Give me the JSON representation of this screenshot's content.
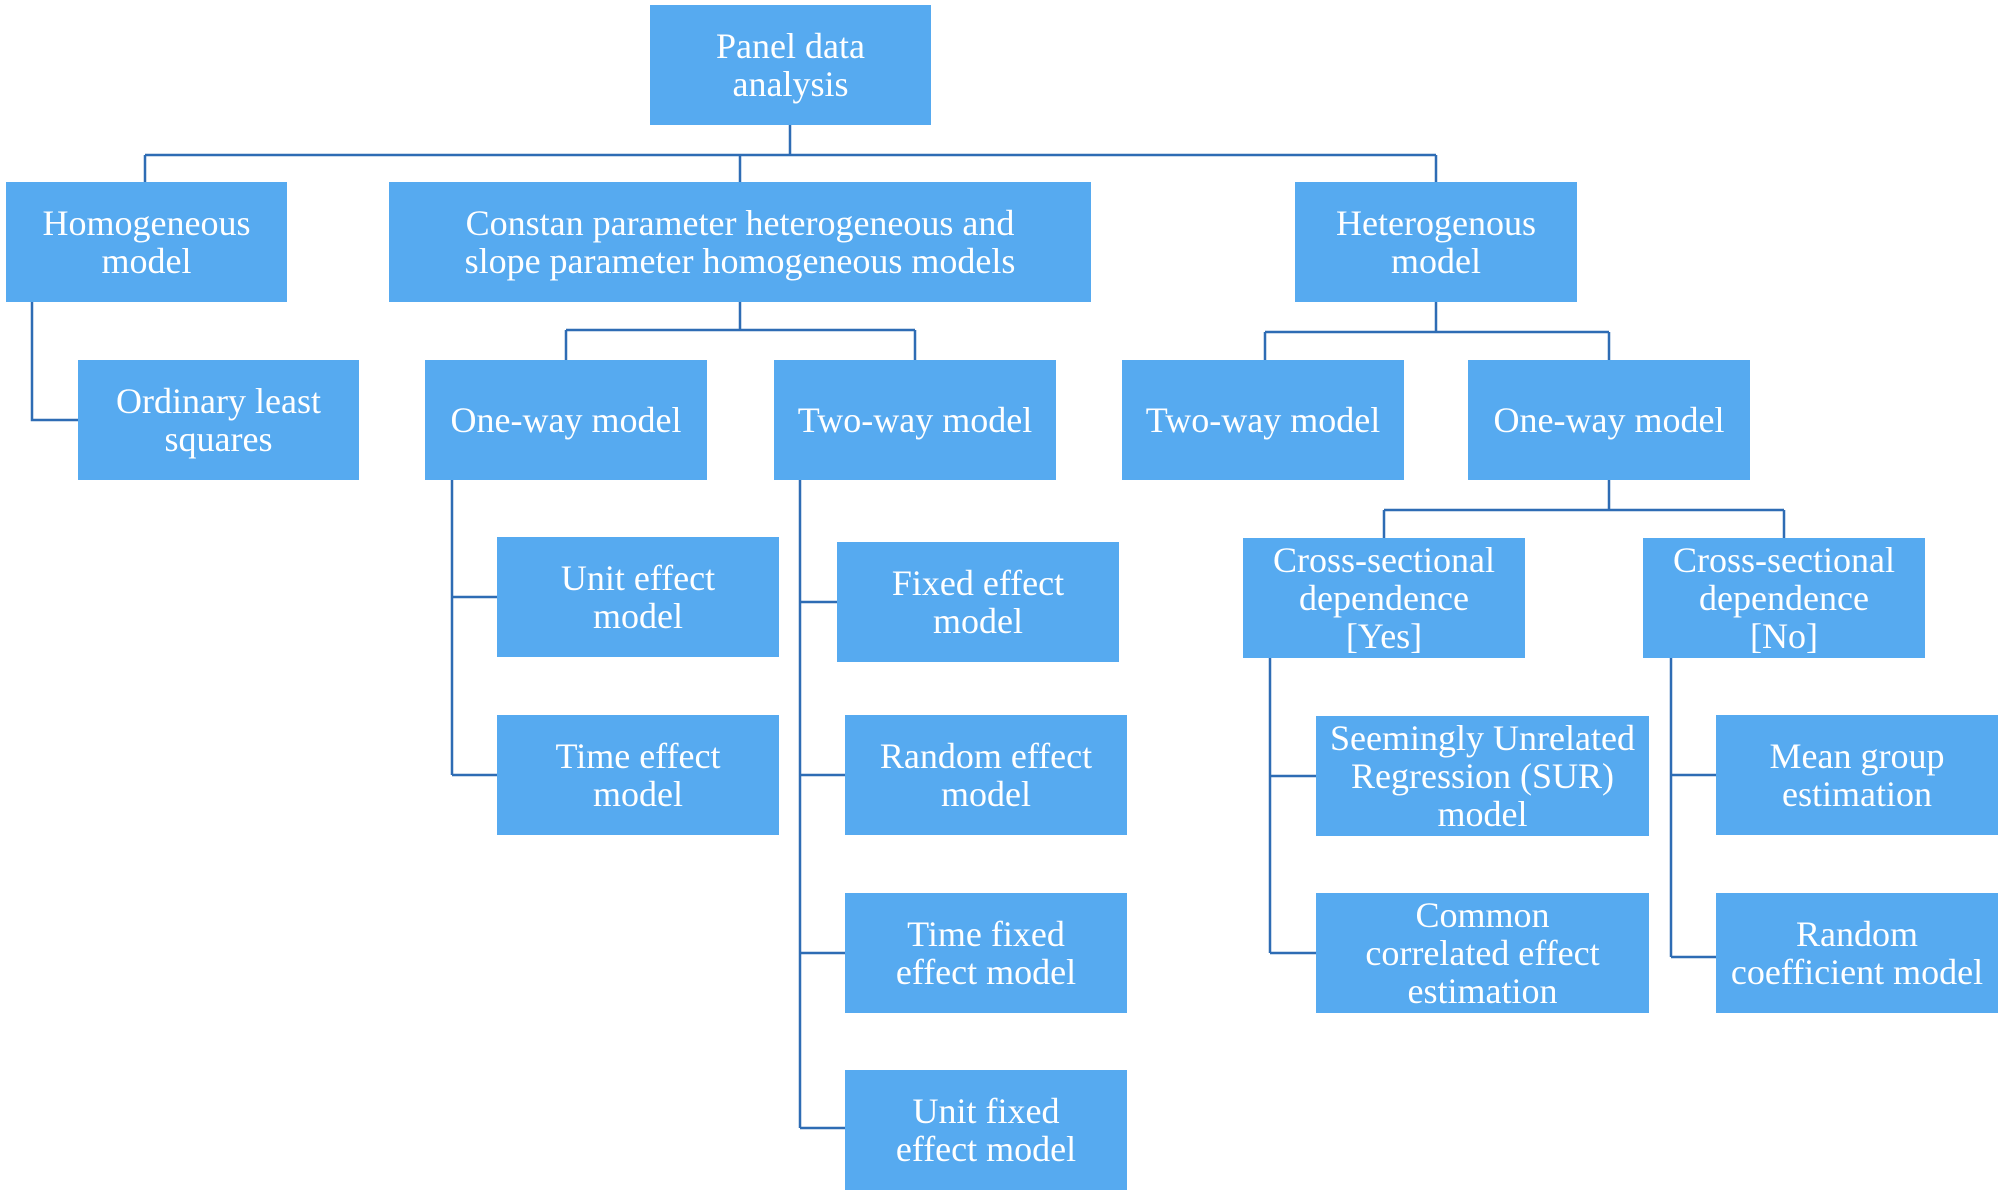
{
  "diagram": {
    "root": "Panel data\nanalysis",
    "homogeneous": {
      "label": "Homogeneous\nmodel",
      "ols": "Ordinary least\nsquares"
    },
    "constant_param": {
      "label": "Constan parameter heterogeneous and\nslope parameter homogeneous models",
      "one_way": {
        "label": "One-way model",
        "unit_effect": "Unit effect\nmodel",
        "time_effect": "Time effect\nmodel"
      },
      "two_way": {
        "label": "Two-way model",
        "fixed_effect": "Fixed effect\nmodel",
        "random_effect": "Random effect\nmodel",
        "time_fixed": "Time fixed\neffect model",
        "unit_fixed": "Unit fixed\neffect model"
      }
    },
    "heterogenous": {
      "label": "Heterogenous\nmodel",
      "two_way": "Two-way model",
      "one_way": {
        "label": "One-way model",
        "csd_yes": {
          "label": "Cross-sectional\ndependence\n[Yes]",
          "sur": "Seemingly Unrelated\nRegression (SUR)\nmodel",
          "cce": "Common\ncorrelated effect\nestimation"
        },
        "csd_no": {
          "label": "Cross-sectional\ndependence\n[No]",
          "mean_group": "Mean group\nestimation",
          "random_coef": "Random\ncoefficient model"
        }
      }
    }
  },
  "colors": {
    "box_fill": "#56aaf0",
    "connector": "#2e6cb4",
    "text": "#ffffff"
  }
}
